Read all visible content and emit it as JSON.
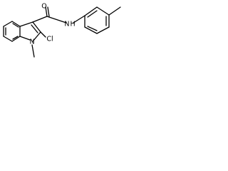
{
  "labels": {
    "oxygen": "O",
    "amide_nh": "N H",
    "indole_n": "N",
    "chlorine": "Cl"
  }
}
